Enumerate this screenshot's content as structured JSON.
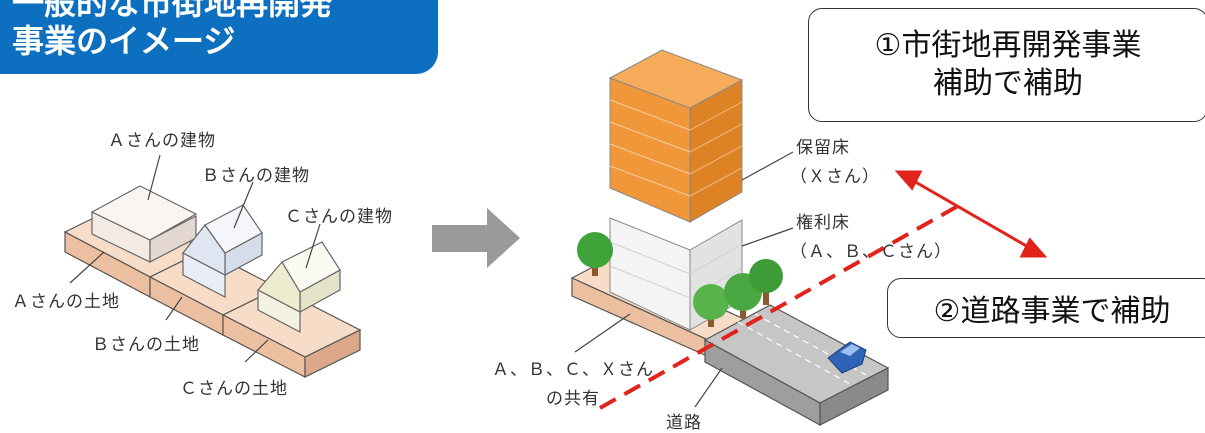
{
  "title": {
    "line1": "一般的な市街地再開発",
    "line2": "事業のイメージ"
  },
  "colors": {
    "title_bg": "#0d6fbf",
    "land": "#f1c6aa",
    "tower_top": "#ee9838",
    "tower_bottom": "#f3f3f3",
    "dashed_line": "#e0231b",
    "arrow": "#e0231b",
    "tree": "#58b34b",
    "car": "#2e63b8"
  },
  "left_diagram": {
    "buildings": [
      "Ａさんの建物",
      "Ｂさんの建物",
      "Ｃさんの建物"
    ],
    "lands": [
      "Ａさんの土地",
      "Ｂさんの土地",
      "Ｃさんの土地"
    ]
  },
  "right_diagram": {
    "reserved_floor": {
      "line1": "保留床",
      "line2": "（Ｘさん）"
    },
    "right_floor": {
      "line1": "権利床",
      "line2": "（Ａ、Ｂ、Ｃさん）"
    },
    "shared": {
      "line1": "Ａ、Ｂ、Ｃ、Ｘさん",
      "line2": "の共有"
    },
    "road": "道路"
  },
  "callouts": {
    "c1_line1": "①市街地再開発事業",
    "c1_line2": "補助で補助",
    "c2": "②道路事業で補助"
  }
}
